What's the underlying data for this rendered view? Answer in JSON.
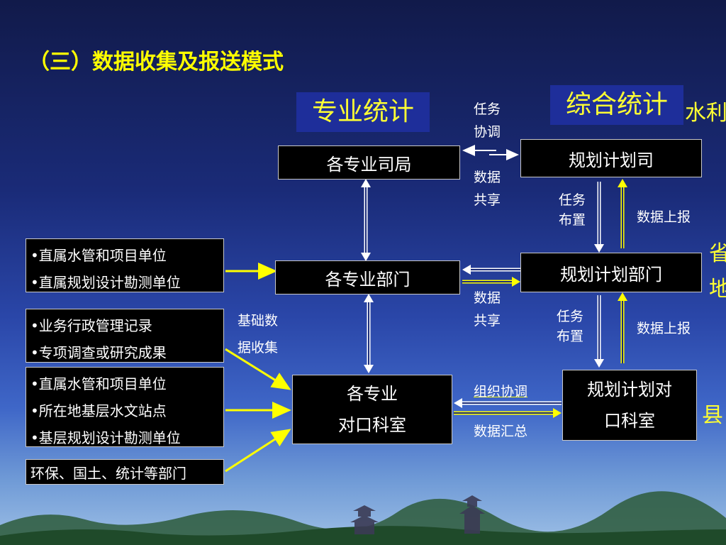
{
  "title": "（三）数据收集及报送模式",
  "headers": {
    "professional": "专业统计",
    "comprehensive": "综合统计",
    "comprehensive_suffix": "水利"
  },
  "levels": {
    "province": "省",
    "region": "地",
    "county": "县"
  },
  "boxes": {
    "bureaus": "各专业司局",
    "planning_dept": "规划计划司",
    "prof_depts": "各专业部门",
    "planning_depts": "规划计划部门",
    "liaison_line1": "各专业",
    "liaison_line2": "对口科室",
    "planning_liaison_line1": "规划计划对",
    "planning_liaison_line2": "口科室"
  },
  "notes": {
    "group1": [
      "•直属水管和项目单位",
      "•直属规划设计勘测单位"
    ],
    "group2": [
      "•业务行政管理记录",
      "•专项调查或研究成果"
    ],
    "group3": [
      "•直属水管和项目单位",
      "•所在地基层水文站点",
      "•基层规划设计勘测单位"
    ],
    "group4": "环保、国土、统计等部门"
  },
  "labels": {
    "task_coord_1": "任务",
    "task_coord_2": "协调",
    "data_share_1": "数据",
    "data_share_2": "共享",
    "task_assign_1": "任务",
    "task_assign_2": "布置",
    "data_report": "数据上报",
    "data_share_b1": "数据",
    "data_share_b2": "共享",
    "task_assign_b1": "任务",
    "task_assign_b2": "布置",
    "data_report_b": "数据上报",
    "basic_data_1": "基础数",
    "basic_data_2": "据收集",
    "org_coord": "组织协调",
    "data_summary": "数据汇总"
  },
  "colors": {
    "accent": "#ffff00",
    "arrow": "#ffffff",
    "header_bg": "#1e2e9a"
  }
}
